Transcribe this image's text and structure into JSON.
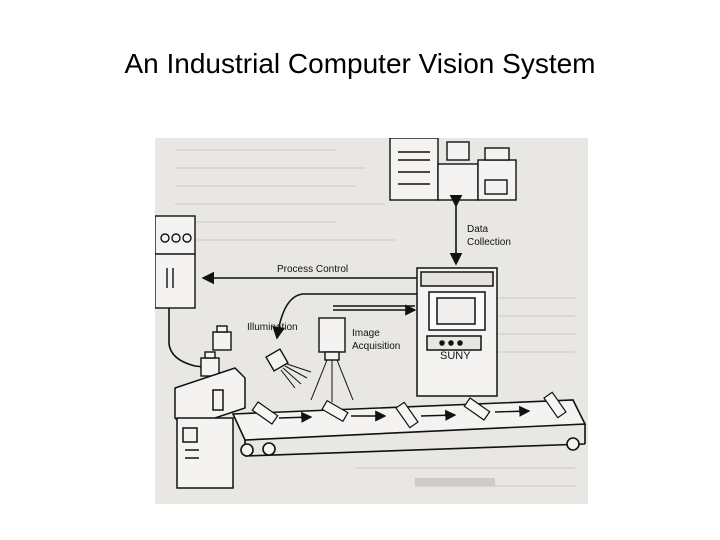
{
  "slide": {
    "title": "An Industrial Computer Vision System"
  },
  "diagram": {
    "labels": {
      "data_collection_line1": "Data",
      "data_collection_line2": "Collection",
      "process_control": "Process Control",
      "illumination": "Illumination",
      "image_acquisition_line1": "Image",
      "image_acquisition_line2": "Acquisition",
      "brand": "SUNY"
    }
  }
}
